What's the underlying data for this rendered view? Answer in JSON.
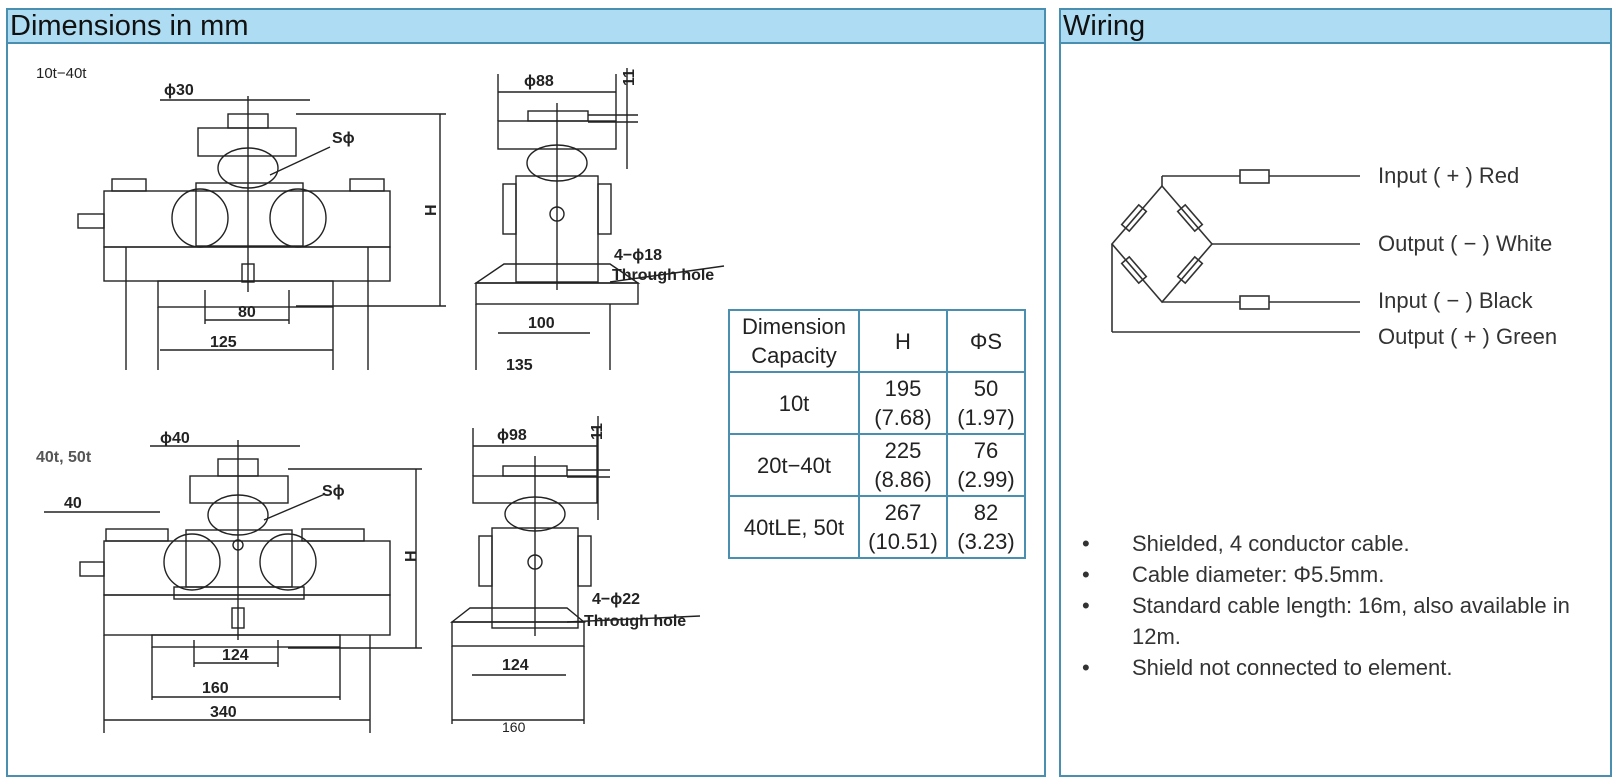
{
  "dimensions_panel": {
    "title": "Dimensions in mm"
  },
  "wiring_panel": {
    "title": "Wiring"
  },
  "drawings": {
    "top": {
      "capacity_label": "10t−40t",
      "phi_small": "ϕ30",
      "s_phi": "Sϕ",
      "h": "H",
      "dim_80": "80",
      "dim_125": "125",
      "phi_side": "ϕ88",
      "dim_11": "11",
      "hole": "4−ϕ18",
      "through_hole": "Through hole",
      "dim_100": "100",
      "dim_135": "135"
    },
    "bottom": {
      "capacity_label": "40t, 50t",
      "phi_small": "ϕ40",
      "s_phi": "Sϕ",
      "dim_40": "40",
      "h": "H",
      "dim_124": "124",
      "dim_160": "160",
      "dim_340": "340",
      "phi_side": "ϕ98",
      "dim_11": "11",
      "hole": "4−ϕ22",
      "through_hole": "Through hole",
      "dim_124_side": "124",
      "dim_160_side": "160"
    }
  },
  "table": {
    "header": {
      "col1_line1": "Dimension",
      "col1_line2": "Capacity",
      "col2": "H",
      "col3": "ΦS"
    },
    "rows": [
      {
        "capacity": "10t",
        "h": "195",
        "h_in": "(7.68)",
        "s": "50",
        "s_in": "(1.97)"
      },
      {
        "capacity": "20t−40t",
        "h": "225",
        "h_in": "(8.86)",
        "s": "76",
        "s_in": "(2.99)"
      },
      {
        "capacity": "40tLE, 50t",
        "h": "267",
        "h_in": "(10.51)",
        "s": "82",
        "s_in": "(3.23)"
      }
    ]
  },
  "wiring": {
    "input_pos": "Input ( + ) Red",
    "output_neg": "Output ( − ) White",
    "input_neg": "Input ( − ) Black",
    "output_pos": "Output ( + ) Green"
  },
  "bullets": [
    "Shielded, 4 conductor cable.",
    "Cable diameter: Φ5.5mm.",
    "Standard cable length: 16m, also available in 12m.",
    "Shield not connected to element."
  ],
  "bullet_char": "•"
}
